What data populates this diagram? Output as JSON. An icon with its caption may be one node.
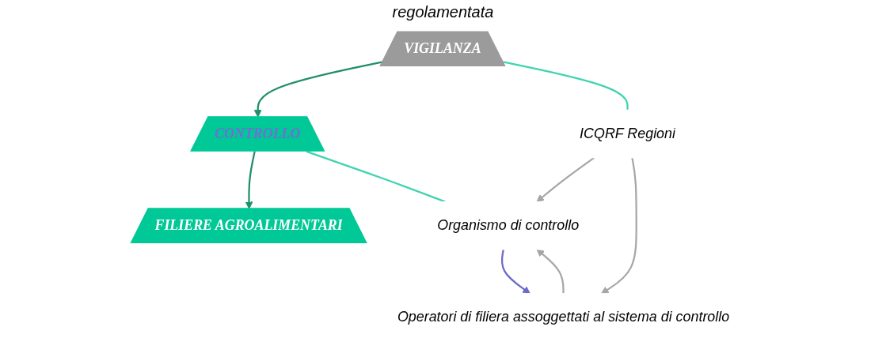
{
  "diagram": {
    "title": "regolamentata",
    "nodes": [
      {
        "text": [
          "VIGILANZA"
        ]
      },
      {
        "text": [
          "CONTROLLO"
        ]
      },
      {
        "text": [
          "FILIERE AGROALIMENTARI"
        ]
      },
      {
        "text": [
          "ICQRF  Regioni"
        ]
      },
      {
        "text": [
          "Organismo di controllo"
        ]
      },
      {
        "text": [
          "Operatori di filiera assoggettati al sistema di controllo"
        ]
      }
    ],
    "edges": [
      {
        "from": 0,
        "to": 1,
        "arrow": "to",
        "color": "#1f8f66"
      },
      {
        "from": 1,
        "to": 2,
        "arrow": "to",
        "color": "#1f8f66"
      },
      {
        "from": 0,
        "to": 3,
        "arrow": "none",
        "color": "#3fd3b0"
      },
      {
        "from": 1,
        "to": 4,
        "arrow": "none",
        "color": "#3fd3b0"
      },
      {
        "from": 3,
        "to": 4,
        "arrow": "to",
        "color": "#a6a6a6"
      },
      {
        "from": 3,
        "to": 5,
        "arrow": "to",
        "color": "#a6a6a6"
      },
      {
        "from": 4,
        "to": 5,
        "arrow": "to",
        "color": "#6a6ac8"
      },
      {
        "from": 5,
        "to": 4,
        "arrow": "to",
        "color": "#a6a6a6"
      }
    ]
  }
}
